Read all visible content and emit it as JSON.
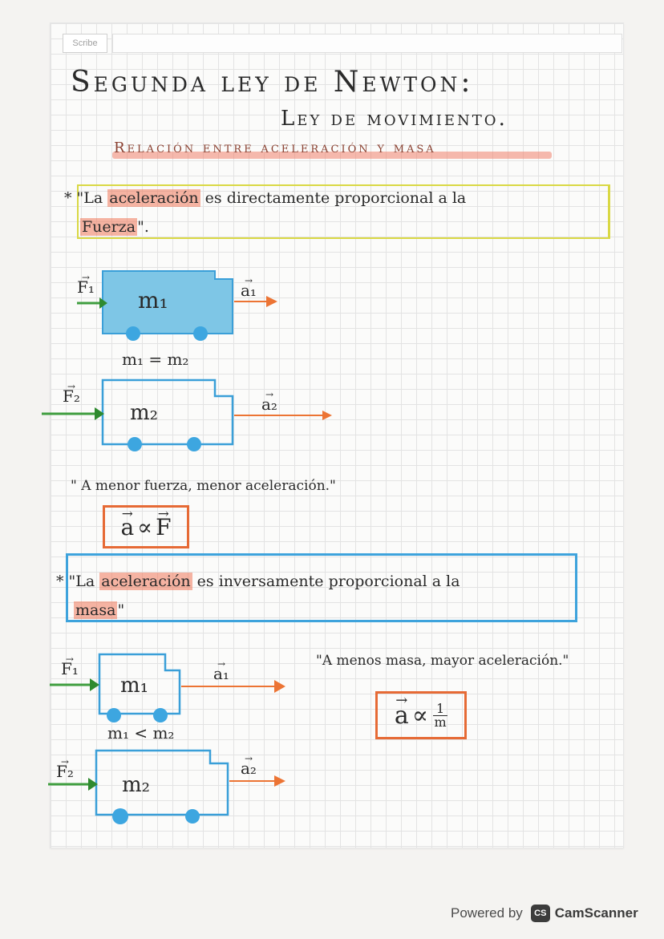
{
  "scanner_header": {
    "brand": "Scribe"
  },
  "title": {
    "line1": "Segunda ley de Newton:",
    "line2": "Ley de movimiento."
  },
  "subtitle": "Relación entre aceleración y masa",
  "section1": {
    "bullet": "*",
    "part1": "\"La ",
    "highlight": "aceleración",
    "part2": " es directamente proporcional a la",
    "part3_highlight": "Fuerza",
    "part3_end": "\"."
  },
  "diagram1": {
    "force1": "F₁",
    "mass1": "m₁",
    "accel1": "a₁",
    "relation": "m₁ = m₂",
    "force2": "F₂",
    "mass2": "m₂",
    "accel2": "a₂",
    "colors": {
      "truck_fill": "#7ec6e6",
      "truck_border": "#3a9fd8",
      "force": "#3f9e3f",
      "accel": "#ec7434"
    }
  },
  "quote1": "\" A menor fuerza, menor aceleración.\"",
  "formula1": {
    "a": "a",
    "prop": "∝",
    "f": "F"
  },
  "section2": {
    "bullet": "*",
    "part1": "\"La ",
    "highlight": "aceleración",
    "part2": " es inversamente proporcional a la",
    "part3_highlight": "masa",
    "part3_end": "\""
  },
  "quote2": "\"A menos masa, mayor aceleración.\"",
  "formula2": {
    "a": "a",
    "prop": "∝",
    "num": "1",
    "den": "m"
  },
  "diagram2": {
    "force1": "F₁",
    "mass1": "m₁",
    "accel1": "a₁",
    "relation": "m₁ < m₂",
    "force2": "F₂",
    "mass2": "m₂",
    "accel2": "a₂"
  },
  "footer": {
    "powered": "Powered by",
    "logo": "CS",
    "brand": "CamScanner"
  }
}
